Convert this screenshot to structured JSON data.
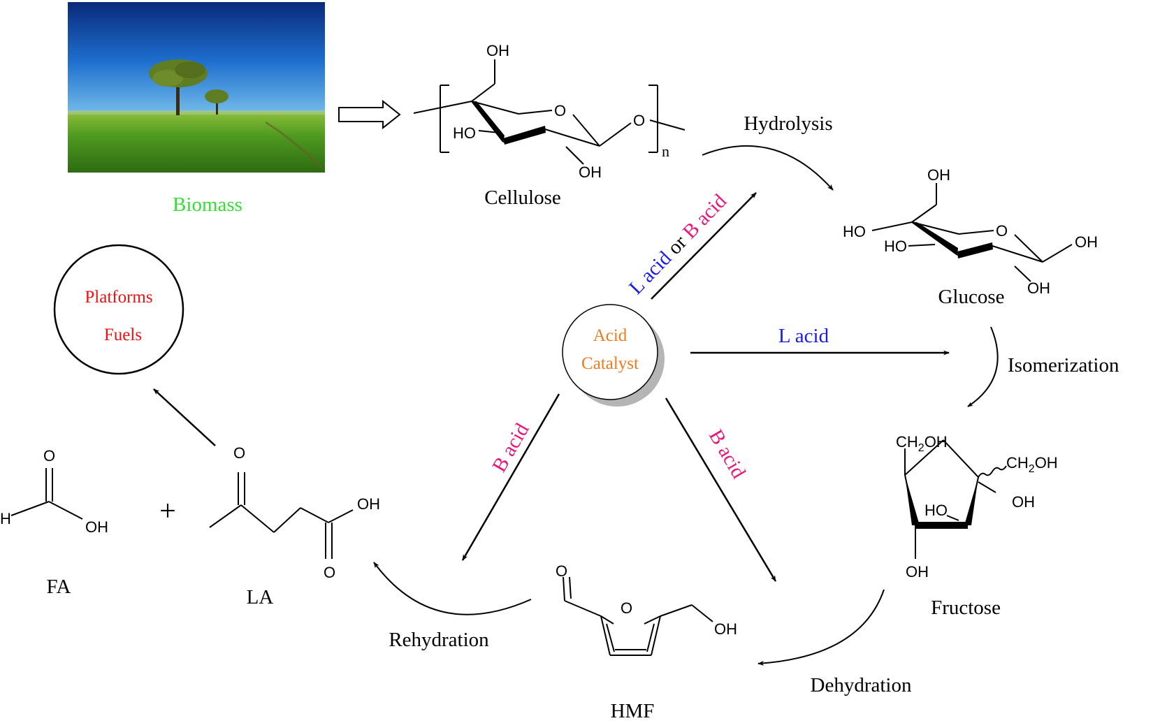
{
  "labels": {
    "biomass": "Biomass",
    "cellulose": "Cellulose",
    "glucose": "Glucose",
    "fructose": "Fructose",
    "hmf": "HMF",
    "la": "LA",
    "fa": "FA",
    "platforms": "Platforms",
    "fuels": "Fuels",
    "catalyst_line1": "Acid",
    "catalyst_line2": "Catalyst",
    "plus": "+"
  },
  "steps": {
    "hydrolysis": "Hydrolysis",
    "isomerization": "Isomerization",
    "dehydration": "Dehydration",
    "rehydration": "Rehydration"
  },
  "acids": {
    "l_acid_prefix": "L acid",
    "or": " or ",
    "b_acid": "B acid",
    "l_acid": "L acid"
  },
  "atoms": {
    "oh": "OH",
    "ho": "HO",
    "o": "O",
    "n": "n",
    "h": "H",
    "ch2oh": "CH",
    "ch2oh_sub": "2",
    "ch2oh_tail": "OH"
  },
  "colors": {
    "biomass": "#33e033",
    "red": "#ee1111",
    "blue": "#1a1aee",
    "magenta": "#e8157a",
    "orange": "#f07b1e",
    "ink": "#000000"
  }
}
